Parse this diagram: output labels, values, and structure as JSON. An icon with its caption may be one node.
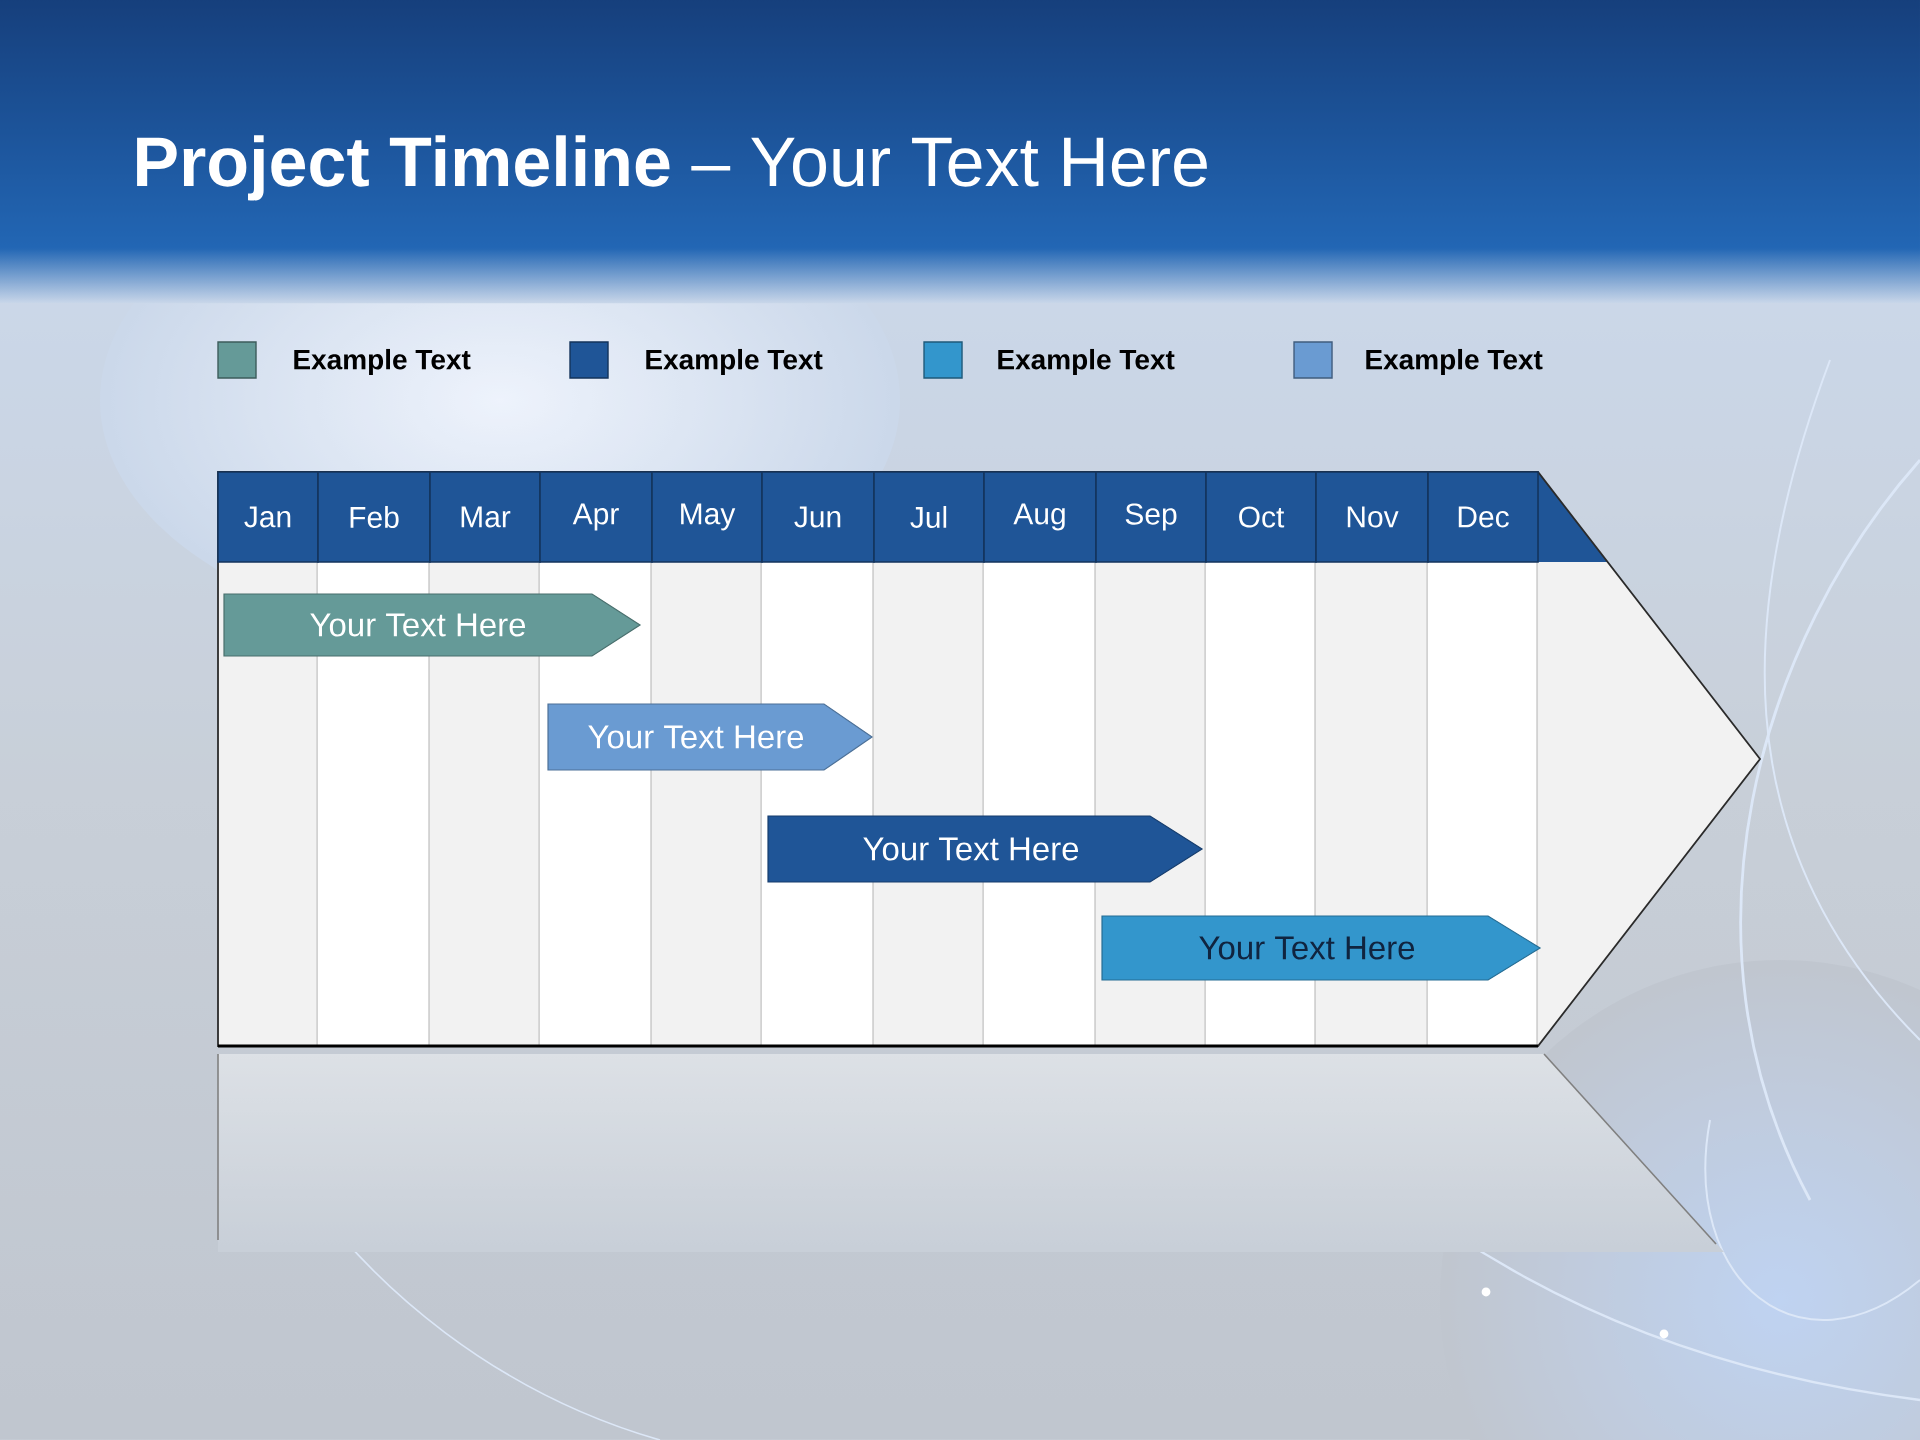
{
  "diagram": {
    "title": "**Project Timeline** – Your Text Here",
    "nodes": [
      {
        "text": [],
        "shape": "arrow"
      },
      {
        "text": [
          "Jan"
        ],
        "in": 0
      },
      {
        "text": [
          "Feb"
        ],
        "in": 0
      },
      {
        "text": [
          "Mar"
        ],
        "in": 0
      },
      {
        "text": [
          "Apr"
        ],
        "in": 0
      },
      {
        "text": [
          "May"
        ],
        "in": 0
      },
      {
        "text": [
          "Jun"
        ],
        "in": 0
      },
      {
        "text": [
          "Jul"
        ],
        "in": 0
      },
      {
        "text": [
          "Aug"
        ],
        "in": 0
      },
      {
        "text": [
          "Sep"
        ],
        "in": 0
      },
      {
        "text": [
          "Oct"
        ],
        "in": 0
      },
      {
        "text": [
          "Nov"
        ],
        "in": 0
      },
      {
        "text": [
          "Dec"
        ],
        "in": 0
      },
      {
        "text": [
          "Your Text Here"
        ],
        "in": 0
      },
      {
        "text": [
          "Your Text Here"
        ],
        "in": 0
      },
      {
        "text": [
          "Your Text Here"
        ],
        "in": 0
      },
      {
        "text": [
          "Your Text Here"
        ],
        "in": 0
      }
    ],
    "legend": [
      {
        "text": "Example Text",
        "color": "#659a98"
      },
      {
        "text": "Example Text",
        "color": "#1f5597"
      },
      {
        "text": "Example Text",
        "color": "#3396cc"
      },
      {
        "text": "Example Text",
        "color": "#6a9bd2"
      }
    ]
  }
}
